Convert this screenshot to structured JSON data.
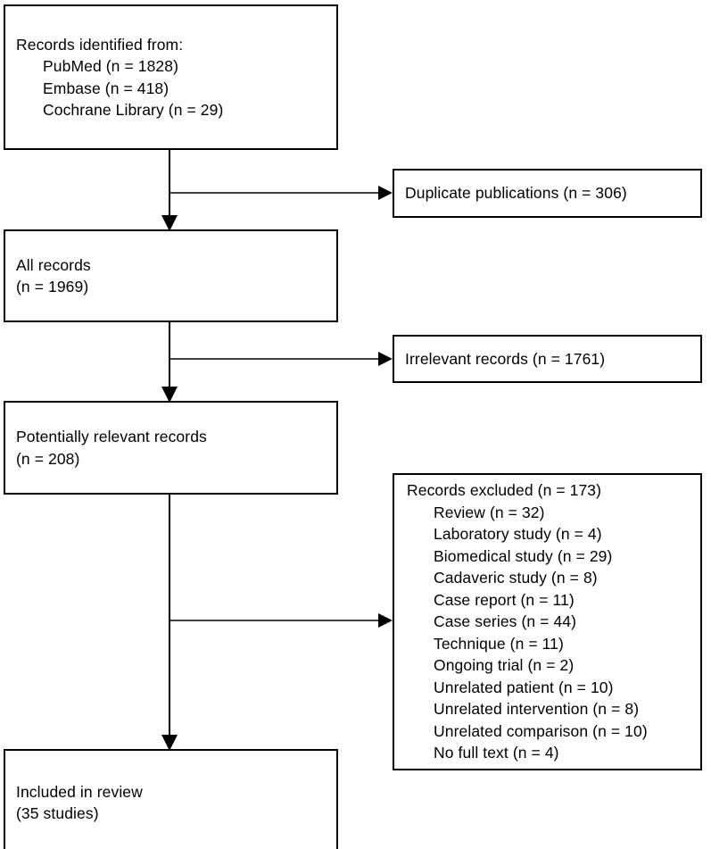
{
  "diagram": {
    "type": "prisma-flow-diagram",
    "title": "Study selection flow diagram",
    "background_color": "#ffffff",
    "line_color": "#000000",
    "text_color": "#000000"
  },
  "nodes": {
    "identified": {
      "name": "records-identified",
      "lines": [
        {
          "text": "Records identified from:",
          "indent": false
        },
        {
          "text": "PubMed (n = 1828)",
          "indent": true
        },
        {
          "text": "Embase (n = 418)",
          "indent": true
        },
        {
          "text": "Cochrane Library (n = 29)",
          "indent": true
        }
      ]
    },
    "all_records": {
      "name": "all-records",
      "lines": [
        {
          "text": "All records",
          "indent": false
        },
        {
          "text": "(n = 1969)",
          "indent": false
        }
      ]
    },
    "potentially_relevant": {
      "name": "potentially-relevant-records",
      "lines": [
        {
          "text": "Potentially relevant records",
          "indent": false
        },
        {
          "text": "(n = 208)",
          "indent": false
        }
      ]
    },
    "included": {
      "name": "included-in-review",
      "lines": [
        {
          "text": "Included in review",
          "indent": false
        },
        {
          "text": "(35 studies)",
          "indent": false
        }
      ]
    },
    "duplicates": {
      "name": "duplicate-publications",
      "lines": [
        {
          "text": "Duplicate publications (n = 306)",
          "indent": false
        }
      ]
    },
    "irrelevant": {
      "name": "irrelevant-records",
      "lines": [
        {
          "text": "Irrelevant records (n = 1761)",
          "indent": false
        }
      ]
    },
    "excluded": {
      "name": "records-excluded",
      "lines": [
        {
          "text": "Records excluded (n = 173)",
          "indent": false
        },
        {
          "text": "Review (n = 32)",
          "indent": true
        },
        {
          "text": "Laboratory study (n = 4)",
          "indent": true
        },
        {
          "text": "Biomedical study (n = 29)",
          "indent": true
        },
        {
          "text": "Cadaveric study (n = 8)",
          "indent": true
        },
        {
          "text": "Case report (n = 11)",
          "indent": true
        },
        {
          "text": "Case series (n = 44)",
          "indent": true
        },
        {
          "text": "Technique (n = 11)",
          "indent": true
        },
        {
          "text": "Ongoing trial (n = 2)",
          "indent": true
        },
        {
          "text": "Unrelated patient (n = 10)",
          "indent": true
        },
        {
          "text": "Unrelated intervention (n = 8)",
          "indent": true
        },
        {
          "text": "Unrelated comparison (n = 10)",
          "indent": true
        },
        {
          "text": "No full text (n = 4)",
          "indent": true
        }
      ]
    }
  },
  "chart_data": {
    "type": "diagram",
    "title": "PRISMA study selection flow",
    "stages": [
      {
        "label": "Records identified from: PubMed",
        "n": 1828
      },
      {
        "label": "Records identified from: Embase",
        "n": 418
      },
      {
        "label": "Records identified from: Cochrane Library",
        "n": 29
      },
      {
        "label": "Duplicate publications removed",
        "n": 306
      },
      {
        "label": "All records",
        "n": 1969
      },
      {
        "label": "Irrelevant records removed",
        "n": 1761
      },
      {
        "label": "Potentially relevant records",
        "n": 208
      },
      {
        "label": "Records excluded",
        "n": 173
      },
      {
        "label": "Included in review",
        "n": 35
      }
    ],
    "exclusion_reasons": [
      {
        "reason": "Review",
        "n": 32
      },
      {
        "reason": "Laboratory study",
        "n": 4
      },
      {
        "reason": "Biomedical study",
        "n": 29
      },
      {
        "reason": "Cadaveric study",
        "n": 8
      },
      {
        "reason": "Case report",
        "n": 11
      },
      {
        "reason": "Case series",
        "n": 44
      },
      {
        "reason": "Technique",
        "n": 11
      },
      {
        "reason": "Ongoing trial",
        "n": 2
      },
      {
        "reason": "Unrelated patient",
        "n": 10
      },
      {
        "reason": "Unrelated intervention",
        "n": 8
      },
      {
        "reason": "Unrelated comparison",
        "n": 10
      },
      {
        "reason": "No full text",
        "n": 4
      }
    ]
  }
}
